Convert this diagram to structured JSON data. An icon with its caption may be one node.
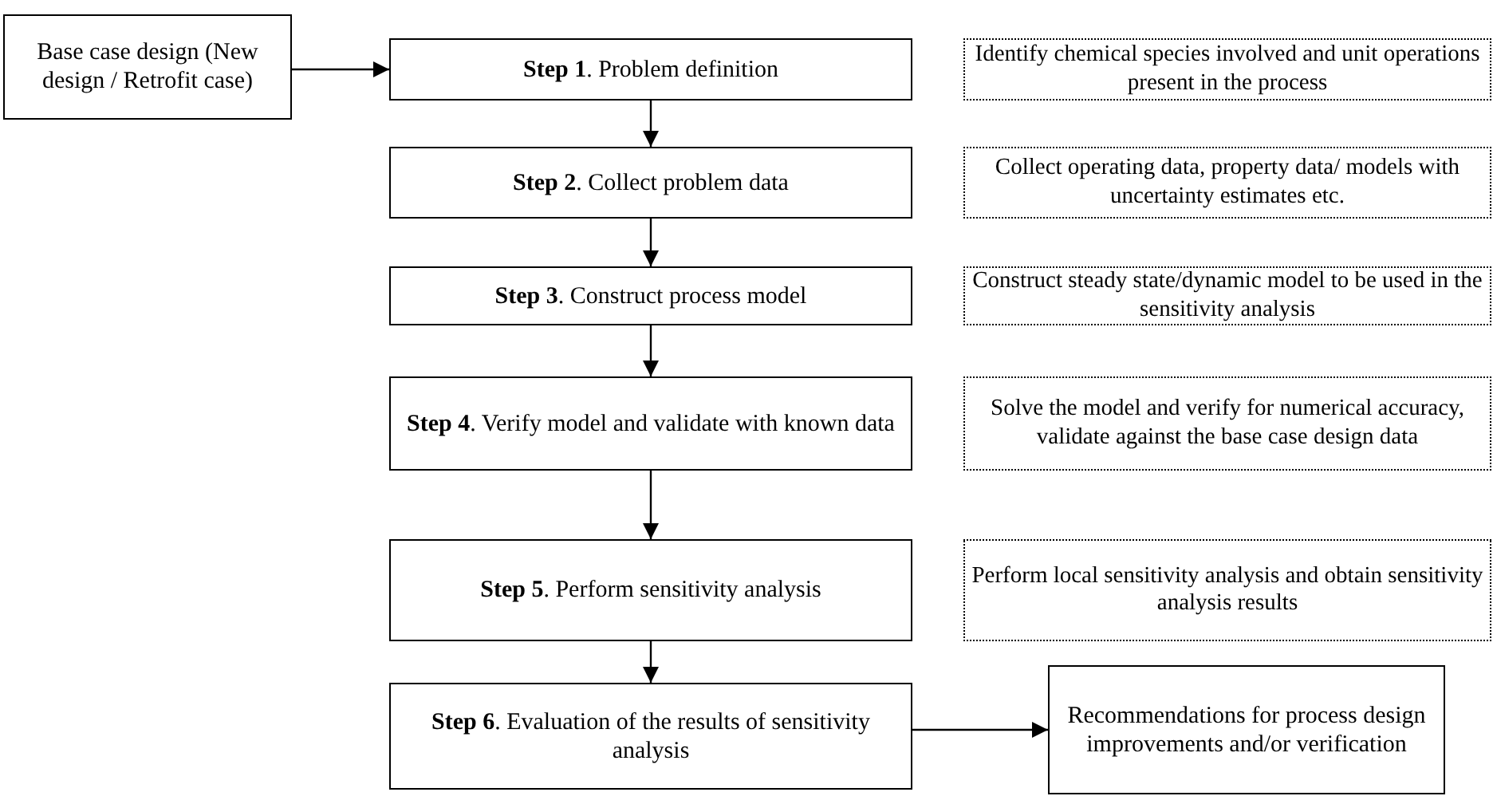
{
  "diagram": {
    "nodes": [
      {
        "text": [
          "Base case design (New design / Retrofit case)"
        ]
      },
      {
        "text": [
          "**Step 1**. Problem definition"
        ]
      },
      {
        "text": [
          "**Step 2**. Collect problem data"
        ]
      },
      {
        "text": [
          "**Step 3**. Construct process model"
        ]
      },
      {
        "text": [
          "**Step 4**. Verify model and validate with known data"
        ]
      },
      {
        "text": [
          "**Step 5**. Perform sensitivity analysis"
        ]
      },
      {
        "text": [
          "**Step 6**. Evaluation of the results of sensitivity analysis"
        ]
      },
      {
        "text": [
          "Identify chemical species involved and unit operations present in the process"
        ]
      },
      {
        "text": [
          "Collect operating data, property data/ models with uncertainty estimates etc."
        ]
      },
      {
        "text": [
          "Construct steady state/dynamic model to be used in the sensitivity analysis"
        ]
      },
      {
        "text": [
          "Solve the model and verify for numerical accuracy, validate against the base case design data"
        ]
      },
      {
        "text": [
          "Perform local sensitivity analysis and obtain sensitivity analysis results"
        ]
      },
      {
        "text": [
          "Recommendations for process design improvements and/or verification"
        ]
      }
    ],
    "edges": [
      {
        "from": 0,
        "to": 1,
        "arrow": "to"
      },
      {
        "from": 1,
        "to": 2,
        "arrow": "to"
      },
      {
        "from": 2,
        "to": 3,
        "arrow": "to"
      },
      {
        "from": 3,
        "to": 4,
        "arrow": "to"
      },
      {
        "from": 4,
        "to": 5,
        "arrow": "to"
      },
      {
        "from": 5,
        "to": 6,
        "arrow": "to"
      },
      {
        "from": 6,
        "to": 12,
        "arrow": "to"
      }
    ]
  }
}
